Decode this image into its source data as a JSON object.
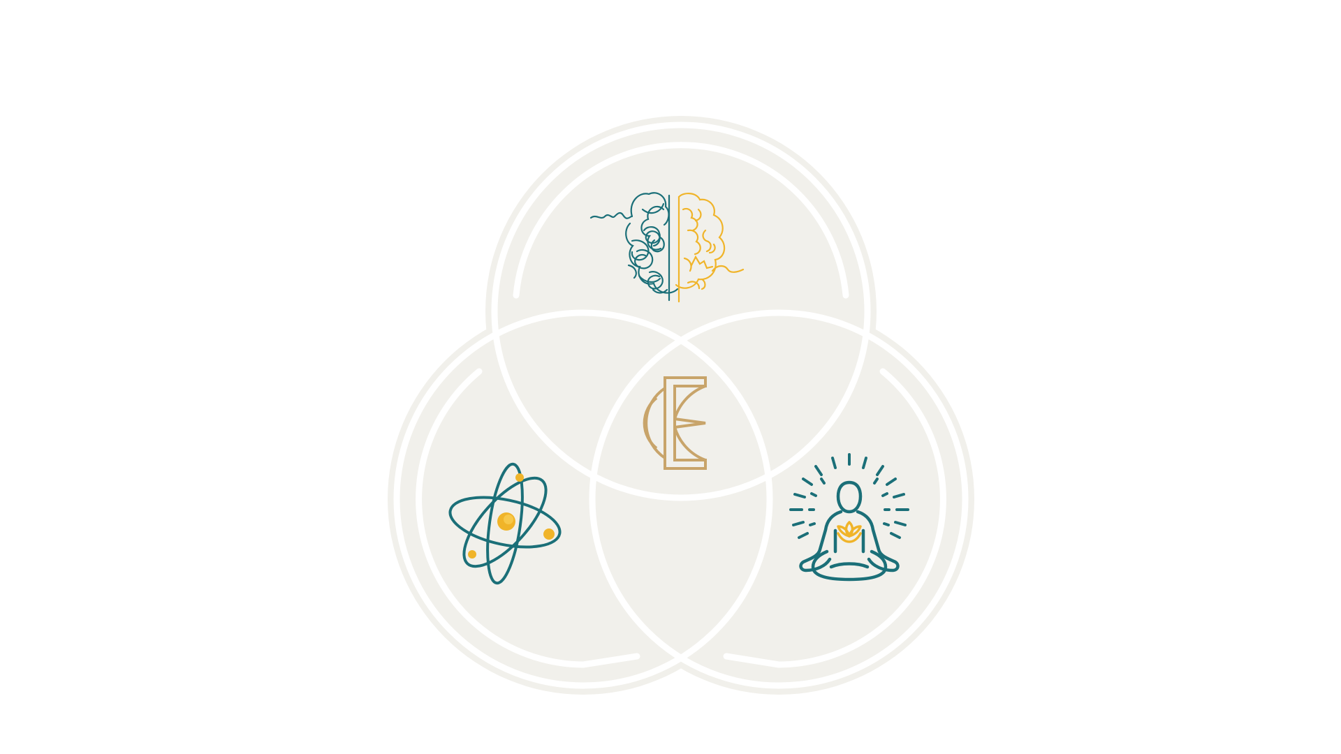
{
  "diagram": {
    "type": "venn-3",
    "colors": {
      "circle_fill": "#f1f0eb",
      "ring_stroke": "#ffffff",
      "teal": "#1b6f78",
      "gold": "#f0b429",
      "logo_tan": "#c8a46a"
    },
    "circles": [
      {
        "position": "top",
        "icon": "brain-icon"
      },
      {
        "position": "bottom-left",
        "icon": "atom-icon"
      },
      {
        "position": "bottom-right",
        "icon": "meditation-icon"
      }
    ],
    "center_icon": "logo-e-icon"
  }
}
